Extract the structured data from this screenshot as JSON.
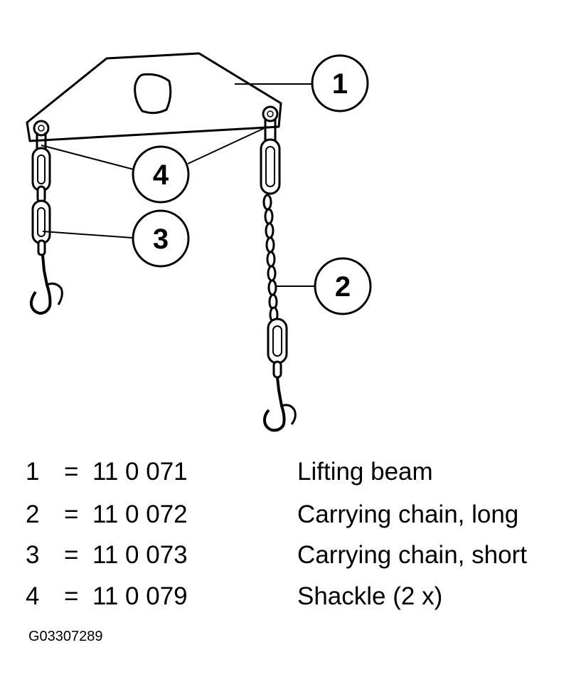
{
  "callouts": [
    "1",
    "2",
    "3",
    "4"
  ],
  "legend": [
    {
      "num": "1",
      "eq": "=",
      "part": "11 0 071",
      "desc": "Lifting beam"
    },
    {
      "num": "2",
      "eq": "=",
      "part": "11 0 072",
      "desc": "Carrying chain, long"
    },
    {
      "num": "3",
      "eq": "=",
      "part": "11 0 073",
      "desc": "Carrying chain, short"
    },
    {
      "num": "4",
      "eq": "=",
      "part": "11 0 079",
      "desc": "Shackle (2 x)"
    }
  ],
  "figure_code": "G03307289"
}
